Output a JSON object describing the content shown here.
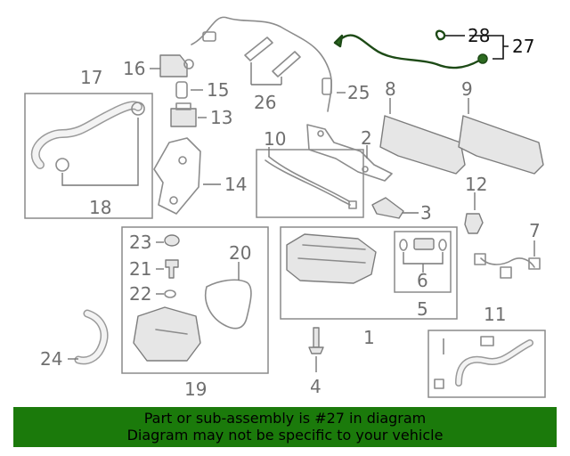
{
  "callouts": {
    "c1": "1",
    "c2": "2",
    "c3": "3",
    "c4": "4",
    "c5": "5",
    "c6": "6",
    "c7": "7",
    "c8": "8",
    "c9": "9",
    "c10": "10",
    "c11": "11",
    "c12": "12",
    "c13": "13",
    "c14": "14",
    "c15": "15",
    "c16": "16",
    "c17": "17",
    "c18": "18",
    "c19": "19",
    "c20": "20",
    "c21": "21",
    "c22": "22",
    "c23": "23",
    "c24": "24",
    "c25": "25",
    "c26": "26",
    "c27": "27",
    "c28": "28"
  },
  "highlighted_part": "27",
  "banner": {
    "line1": "Part or sub-assembly is #27 in diagram",
    "line2": "Diagram may not be specific to your vehicle",
    "color": "#1b7a0b"
  }
}
